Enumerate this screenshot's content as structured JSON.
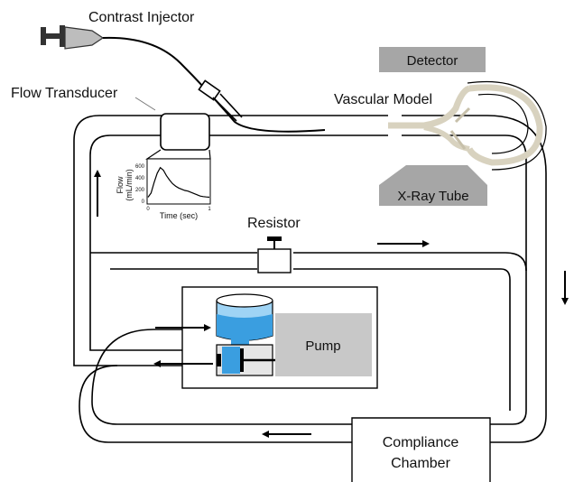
{
  "labels": {
    "contrast_injector": "Contrast Injector",
    "flow_transducer": "Flow Transducer",
    "vascular_model": "Vascular Model",
    "detector": "Detector",
    "xray_tube": "X-Ray Tube",
    "resistor": "Resistor",
    "pump": "Pump",
    "compliance_line1": "Compliance",
    "compliance_line2": "Chamber"
  },
  "inset_chart": {
    "ylabel_line1": "Flow",
    "ylabel_line2": "(mL/min)",
    "xlabel": "Time (sec)",
    "y_ticks": [
      "600",
      "400",
      "200",
      "0"
    ],
    "x_ticks": [
      "0",
      "1"
    ]
  },
  "chart_data": {
    "type": "line",
    "xlabel": "Time (sec)",
    "ylabel": "Flow (mL/min)",
    "xlim": [
      0,
      1
    ],
    "ylim": [
      0,
      600
    ],
    "x": [
      0.0,
      0.05,
      0.1,
      0.15,
      0.2,
      0.25,
      0.3,
      0.35,
      0.4,
      0.45,
      0.5,
      0.55,
      0.6,
      0.65,
      0.7,
      0.75,
      0.8,
      0.85,
      0.9,
      0.95,
      1.0
    ],
    "y": [
      80,
      150,
      320,
      470,
      560,
      520,
      430,
      360,
      300,
      260,
      230,
      210,
      190,
      180,
      160,
      140,
      120,
      100,
      90,
      85,
      80
    ]
  },
  "colors": {
    "line": "#000000",
    "gray_box": "#a6a6a6",
    "pump_box": "#c8c8c8",
    "water": "#3a9ee0",
    "water_light": "#9fd4f5",
    "model": "#d8d2bf"
  }
}
